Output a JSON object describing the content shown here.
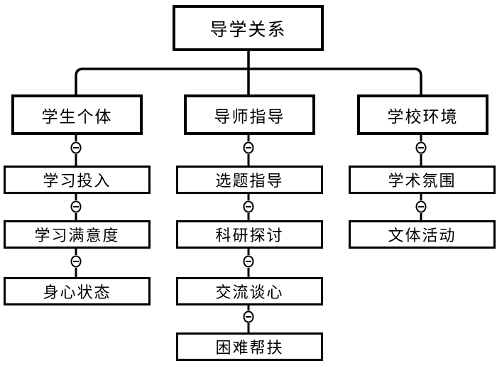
{
  "diagram": {
    "title_node": {
      "label": "导学关系",
      "level": 1
    },
    "branches": [
      {
        "root": {
          "label": "学生个体",
          "level": 2
        },
        "children": [
          {
            "label": "学习投入"
          },
          {
            "label": "学习满意度"
          },
          {
            "label": "身心状态"
          }
        ],
        "toggles": [
          "collapse-minus-icon",
          "collapse-minus-icon",
          "collapse-minus-icon"
        ]
      },
      {
        "root": {
          "label": "导师指导",
          "level": 2
        },
        "children": [
          {
            "label": "选题指导"
          },
          {
            "label": "科研探讨"
          },
          {
            "label": "交流谈心"
          },
          {
            "label": "困难帮扶"
          }
        ],
        "toggles": [
          "collapse-minus-icon",
          "collapse-minus-icon",
          "collapse-minus-icon",
          "collapse-minus-icon"
        ]
      },
      {
        "root": {
          "label": "学校环境",
          "level": 2
        },
        "children": [
          {
            "label": "学术氛围"
          },
          {
            "label": "文体活动"
          }
        ],
        "toggles": [
          "collapse-minus-icon",
          "collapse-minus-icon"
        ]
      }
    ],
    "colors": {
      "stroke": "#000000",
      "fill": "#ffffff"
    }
  }
}
